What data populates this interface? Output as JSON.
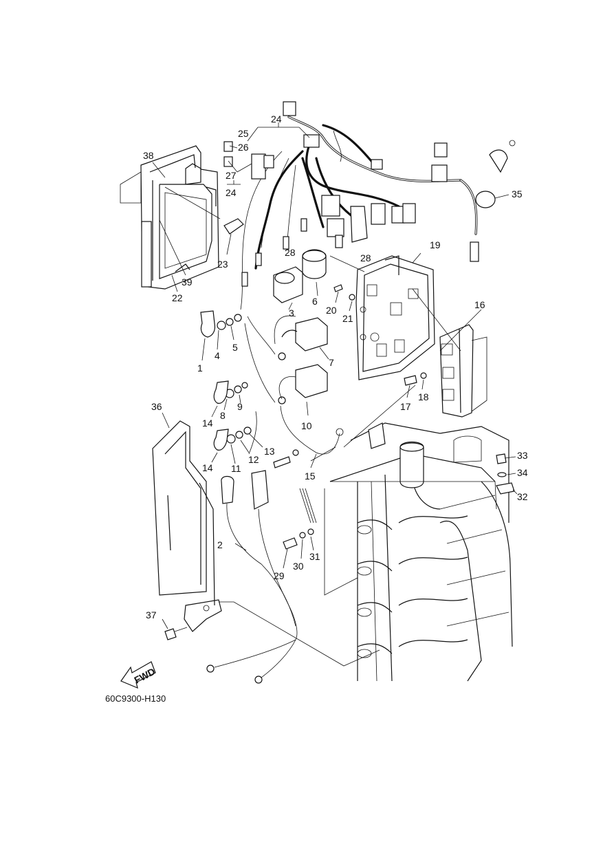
{
  "diagram_code": "60C9300-H130",
  "fwd_label": "FWD",
  "callouts": [
    {
      "id": "c1",
      "text": "1"
    },
    {
      "id": "c2",
      "text": "2"
    },
    {
      "id": "c3",
      "text": "3"
    },
    {
      "id": "c4",
      "text": "4"
    },
    {
      "id": "c5",
      "text": "5"
    },
    {
      "id": "c6",
      "text": "6"
    },
    {
      "id": "c7",
      "text": "7"
    },
    {
      "id": "c8",
      "text": "8"
    },
    {
      "id": "c9",
      "text": "9"
    },
    {
      "id": "c10",
      "text": "10"
    },
    {
      "id": "c11",
      "text": "11"
    },
    {
      "id": "c12",
      "text": "12"
    },
    {
      "id": "c13",
      "text": "13"
    },
    {
      "id": "c14a",
      "text": "14"
    },
    {
      "id": "c14b",
      "text": "14"
    },
    {
      "id": "c15",
      "text": "15"
    },
    {
      "id": "c16",
      "text": "16"
    },
    {
      "id": "c17",
      "text": "17"
    },
    {
      "id": "c18",
      "text": "18"
    },
    {
      "id": "c19",
      "text": "19"
    },
    {
      "id": "c20",
      "text": "20"
    },
    {
      "id": "c21",
      "text": "21"
    },
    {
      "id": "c22",
      "text": "22"
    },
    {
      "id": "c23",
      "text": "23"
    },
    {
      "id": "c24a",
      "text": "24"
    },
    {
      "id": "c24b",
      "text": "24"
    },
    {
      "id": "c25",
      "text": "25"
    },
    {
      "id": "c26",
      "text": "26"
    },
    {
      "id": "c27",
      "text": "27"
    },
    {
      "id": "c28a",
      "text": "28"
    },
    {
      "id": "c28b",
      "text": "28"
    },
    {
      "id": "c29",
      "text": "29"
    },
    {
      "id": "c30",
      "text": "30"
    },
    {
      "id": "c31",
      "text": "31"
    },
    {
      "id": "c32",
      "text": "32"
    },
    {
      "id": "c33",
      "text": "33"
    },
    {
      "id": "c34",
      "text": "34"
    },
    {
      "id": "c35",
      "text": "35"
    },
    {
      "id": "c36",
      "text": "36"
    },
    {
      "id": "c37",
      "text": "37"
    },
    {
      "id": "c38",
      "text": "38"
    },
    {
      "id": "c39",
      "text": "39"
    }
  ]
}
